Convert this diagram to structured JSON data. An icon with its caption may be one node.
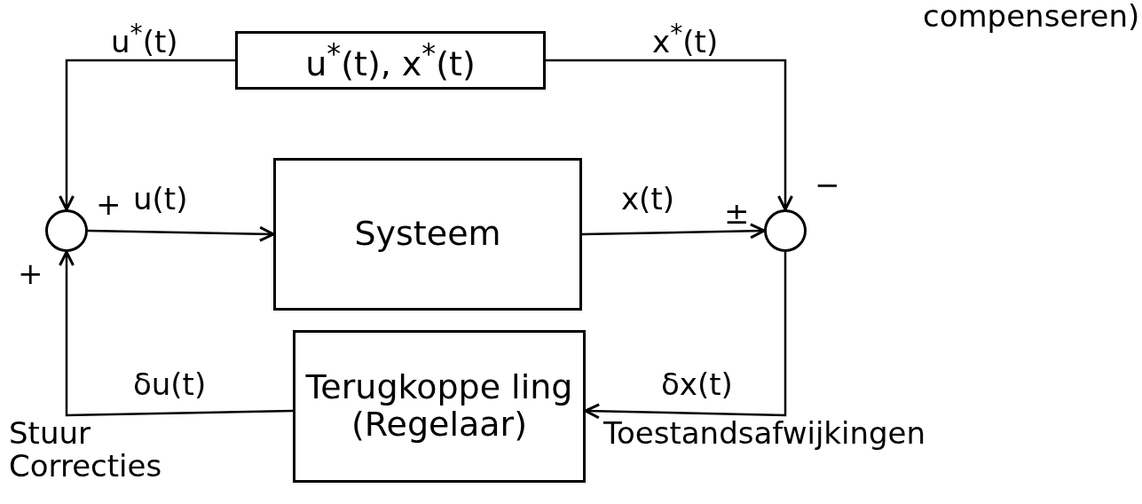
{
  "diagram": {
    "nodes": [
      {
        "text": [
          "u$^{*}$(t), x$^{*}$(t)"
        ]
      },
      {
        "text": [
          "Systeem"
        ]
      },
      {
        "text": [
          "Terugkoppe ling",
          "(Regelaar)"
        ]
      },
      {
        "text": [],
        "shape": "circle"
      },
      {
        "text": [],
        "shape": "circle"
      }
    ],
    "edges": [
      {
        "from": 0,
        "to": 3,
        "arrow": "to",
        "label": "u$^{*}$(t)"
      },
      {
        "from": 0,
        "to": 4,
        "arrow": "to",
        "label": "x$^{*}$(t)"
      },
      {
        "from": 3,
        "to": 1,
        "arrow": "to",
        "label": "u(t)"
      },
      {
        "from": 1,
        "to": 4,
        "arrow": "to",
        "label": "x(t)"
      },
      {
        "from": 4,
        "to": 2,
        "arrow": "to",
        "label": "δx(t)"
      },
      {
        "from": 2,
        "to": 3,
        "arrow": "to",
        "label": "δu(t)"
      }
    ],
    "labels": [
      "compenseren)",
      "+",
      "−",
      "±",
      "+",
      "Stuur Correcties",
      "Toestandsafwijkingen"
    ]
  }
}
